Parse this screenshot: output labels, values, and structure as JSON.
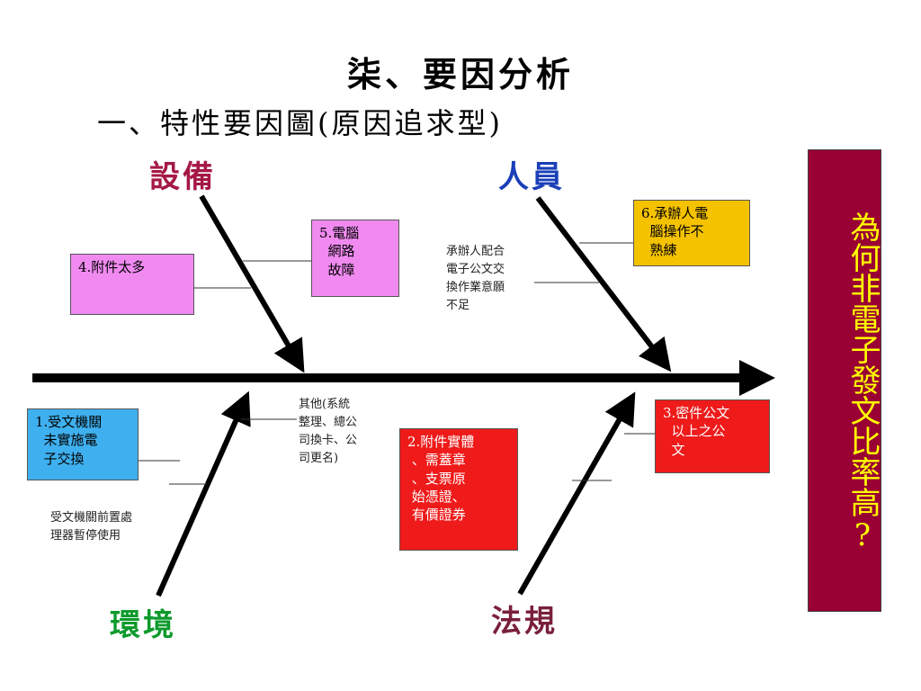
{
  "title": "柒、要因分析",
  "subtitle": "一、特性要因圖(原因追求型)",
  "categories": {
    "equipment": {
      "label": "設備",
      "color": "#a51845"
    },
    "personnel": {
      "label": "人員",
      "color": "#1a3fb8"
    },
    "environment": {
      "label": "環境",
      "color": "#0d9a2c"
    },
    "regulation": {
      "label": "法規",
      "color": "#7a1f3b"
    }
  },
  "boxes": {
    "b1": {
      "text": "1.受文機關\n  未實施電\n  子交換",
      "color": "#3fb0ef"
    },
    "b2": {
      "text": "2.附件實體\n 、需蓋章\n 、支票原\n 始憑證、\n 有價證券",
      "color": "#ef1a1a"
    },
    "b3": {
      "text": "3.密件公文\n  以上之公\n  文",
      "color": "#ef1a1a"
    },
    "b4": {
      "text": "4.附件太多",
      "color": "#f08af0"
    },
    "b5": {
      "text": "5.電腦\n  網路\n  故障",
      "color": "#f08af0"
    },
    "b6": {
      "text": "6.承辦人電\n  腦操作不\n  熟練",
      "color": "#f5c200"
    }
  },
  "notes": {
    "personnel_note": "承辦人配合\n電子公文交\n換作業意願\n不足",
    "env_note": "受文機關前置處\n理器暫停使用",
    "other_note": "其他(系統\n整理、總公\n司換卡、公\n司更名)"
  },
  "effect": "為何非電子發文比率高?",
  "colors": {
    "effect_bg": "#990033",
    "effect_text": "#ffff00",
    "arrow": "#000000"
  }
}
